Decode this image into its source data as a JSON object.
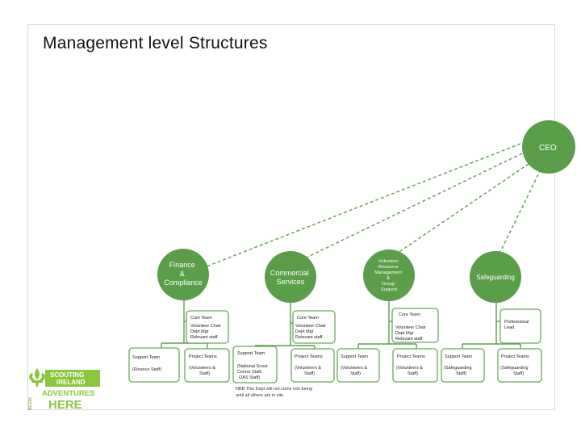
{
  "slide": {
    "title": "Management level Structures"
  },
  "colors": {
    "green": "#5a9e4a",
    "border": "#6aa85a",
    "box_fill": "#ffffff",
    "logo_green": "#8cc63f"
  },
  "ceo": {
    "label": "CEO"
  },
  "departments": [
    {
      "label_lines": [
        "Finance",
        "&",
        "Compliance"
      ]
    },
    {
      "label_lines": [
        "Commercial",
        "Services"
      ]
    },
    {
      "label_lines": [
        "Volunteer",
        "Resource",
        "Management",
        "&",
        "Group",
        "Support"
      ]
    },
    {
      "label_lines": [
        "Safeguarding"
      ]
    }
  ],
  "core_boxes": [
    {
      "lines": [
        "Core Team",
        "Volunteer Chair",
        "Dept Mgr",
        "Relevant staff"
      ]
    },
    {
      "lines": [
        "Core Team",
        "Volunteer Chair",
        "Dept Mgr",
        "Relevant staff"
      ]
    },
    {
      "lines": [
        "Core Team",
        "Volunteer Chair",
        "Dept Mgr",
        "Relevant staff"
      ]
    },
    {
      "lines": [
        "Professional",
        "Lead"
      ]
    }
  ],
  "bottom_boxes": [
    {
      "lines": [
        "Support Team",
        "(Finance Staff)"
      ]
    },
    {
      "lines": [
        "Project Teams",
        "(Volunteers &",
        "Staff)"
      ]
    },
    {
      "lines": [
        "Support Team",
        "(National Scout",
        "Centre Staff,",
        "OAS Staff)"
      ]
    },
    {
      "lines": [
        "Project Teams",
        "(Volunteers &",
        "Staff)"
      ]
    },
    {
      "lines": [
        "Support Team",
        "(Volunteers &",
        "Staff)"
      ]
    },
    {
      "lines": [
        "Project Teams",
        "(Volunteers &",
        "Staff)"
      ]
    },
    {
      "lines": [
        "Support Team",
        "(Safeguarding",
        "Staff)"
      ]
    },
    {
      "lines": [
        "Project Teams",
        "(Safeguarding",
        "Staff)"
      ]
    }
  ],
  "note": {
    "lines": [
      "NBB  This Dept will not come into being",
      "until all others are in situ"
    ]
  },
  "logo": {
    "line1": "SCOUTING",
    "line2": "IRELAND",
    "line3": "ADVENTURES",
    "line4": "HERE",
    "vertical": "BEGIN"
  }
}
